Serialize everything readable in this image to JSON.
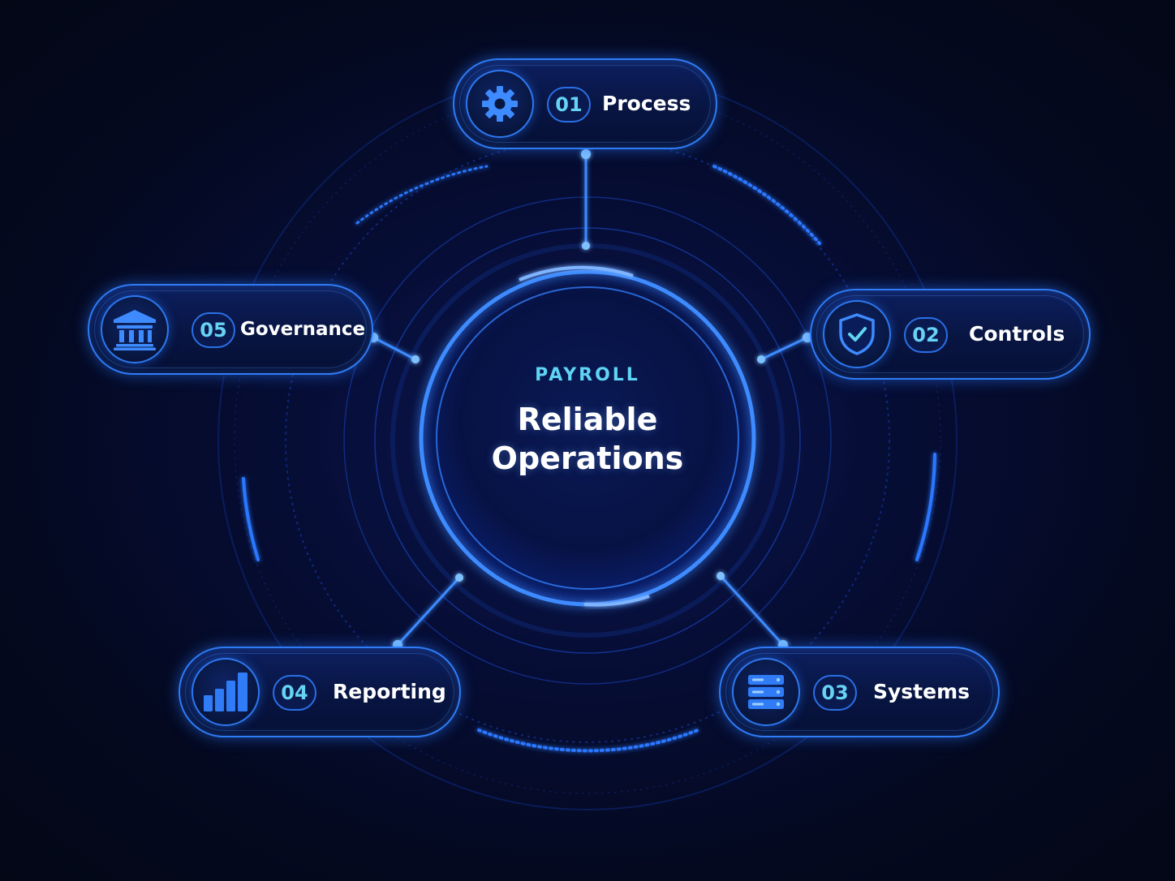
{
  "center": {
    "eyebrow": "PAYROLL",
    "title_line1": "Reliable",
    "title_line2": "Operations"
  },
  "nodes": [
    {
      "number": "01",
      "label": "Process",
      "icon": "gear-icon"
    },
    {
      "number": "02",
      "label": "Controls",
      "icon": "shield-check-icon"
    },
    {
      "number": "03",
      "label": "Systems",
      "icon": "server-stack-icon"
    },
    {
      "number": "04",
      "label": "Reporting",
      "icon": "bar-chart-icon"
    },
    {
      "number": "05",
      "label": "Governance",
      "icon": "institution-icon"
    }
  ],
  "colors": {
    "background": "#040920",
    "accent": "#2f7cf6",
    "glow": "#3d8bff",
    "number_text": "#66d3f5",
    "eyebrow_text": "#5fd4f4",
    "label_text": "#ffffff"
  }
}
